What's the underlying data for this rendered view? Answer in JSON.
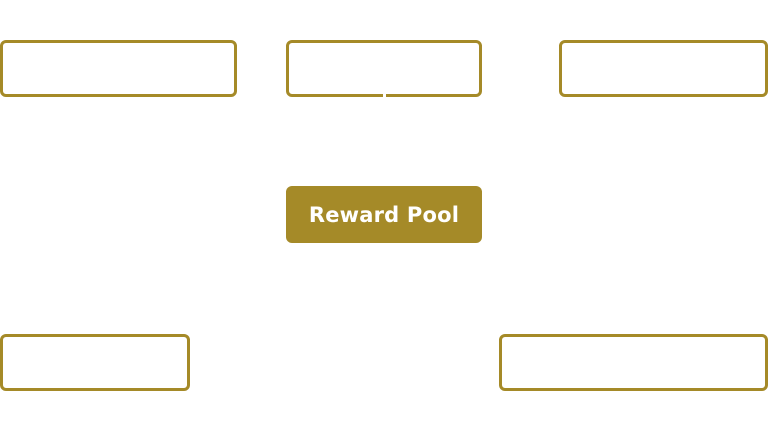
{
  "diagram": {
    "accent_color": "#a58a28",
    "center": {
      "label": "Reward Pool"
    },
    "nodes": [
      {
        "id": "top-left",
        "label": ""
      },
      {
        "id": "top-center",
        "label": ""
      },
      {
        "id": "top-right",
        "label": ""
      },
      {
        "id": "bottom-left",
        "label": ""
      },
      {
        "id": "bottom-right",
        "label": ""
      }
    ]
  }
}
